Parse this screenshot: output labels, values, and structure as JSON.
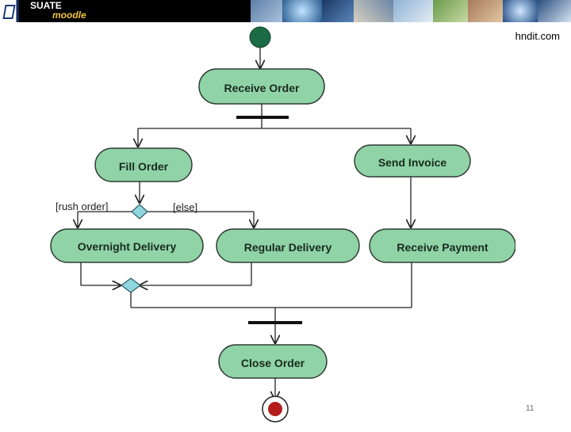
{
  "header": {
    "brand_line1": "SUATE",
    "brand_line2": "moodle"
  },
  "url": "www.hndit.com",
  "page_number": "11",
  "diagram": {
    "activities": {
      "receive_order": "Receive Order",
      "fill_order": "Fill Order",
      "send_invoice": "Send Invoice",
      "overnight_delivery": "Overnight Delivery",
      "regular_delivery": "Regular Delivery",
      "receive_payment": "Receive Payment",
      "close_order": "Close Order"
    },
    "guards": {
      "rush_order": "[rush order]",
      "else": "[else]"
    },
    "colors": {
      "node_fill": "#8fd3a6",
      "node_stroke": "#2f3b33",
      "decision_fill": "#8fd6e0",
      "start_fill": "#1c6b44",
      "end_fill": "#b51c1c"
    }
  }
}
